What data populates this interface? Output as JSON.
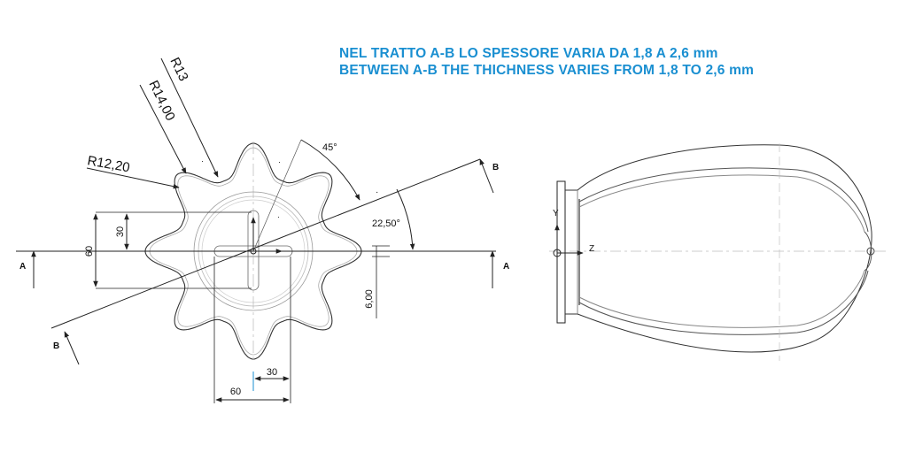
{
  "notes": {
    "line_it": "NEL TRATTO A-B LO SPESSORE VARIA DA 1,8 A 2,6 mm",
    "line_en": "BETWEEN A-B THE THICHNESS VARIES FROM 1,8 TO 2,6 mm"
  },
  "dimensions": {
    "r13": "R13",
    "r14": "R14,00",
    "r12": "R12,20",
    "angle45": "45°",
    "angle22": "22,50°",
    "v60": "60",
    "v30": "30",
    "thickness": "6,00",
    "h30": "30",
    "h60": "60"
  },
  "sections": {
    "a_left": "A",
    "a_right": "A",
    "b_upper": "B",
    "b_lower": "B"
  },
  "axes": {
    "y": "Y",
    "z": "Z"
  },
  "colors": {
    "note": "#1a8fd1",
    "line": "#222222",
    "thin": "#888888"
  }
}
